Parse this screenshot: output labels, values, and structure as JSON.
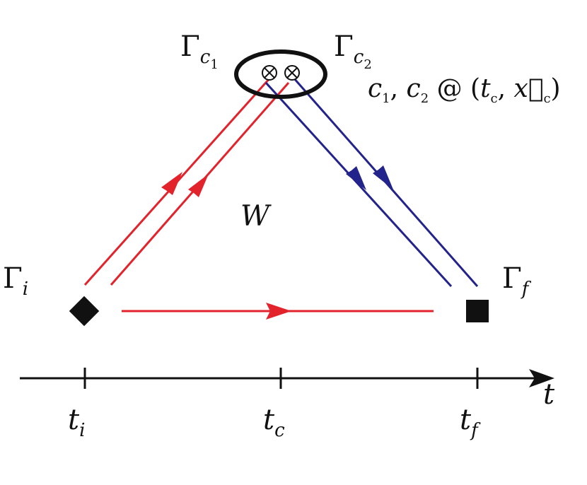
{
  "colors": {
    "red": "#e3232c",
    "blue": "#23238c",
    "black": "#111111"
  },
  "labels": {
    "gamma": "Γ",
    "gamma_c1_sub_base": "c",
    "gamma_c1_sub_idx": "1",
    "gamma_c2_sub_base": "c",
    "gamma_c2_sub_idx": "2",
    "gamma_i_sub": "i",
    "gamma_f_sub": "f",
    "w": "W",
    "currents_c1_base": "c",
    "currents_c1_idx": "1",
    "sep": ", ",
    "currents_c2_base": "c",
    "currents_c2_idx": "2",
    "at": " @ ",
    "paren_open": "(",
    "t_base": "t",
    "t_c_sub": "c",
    "comma": ", ",
    "x_vec": "x⃗",
    "x_c_sub": "c",
    "paren_close": ")",
    "axis_t": "t",
    "tick_i_base": "t",
    "tick_i_sub": "i",
    "tick_c_base": "t",
    "tick_c_sub": "c",
    "tick_f_base": "t",
    "tick_f_sub": "f"
  },
  "icons": {
    "source": "diamond",
    "sink": "square",
    "insertion": "circled-times"
  }
}
